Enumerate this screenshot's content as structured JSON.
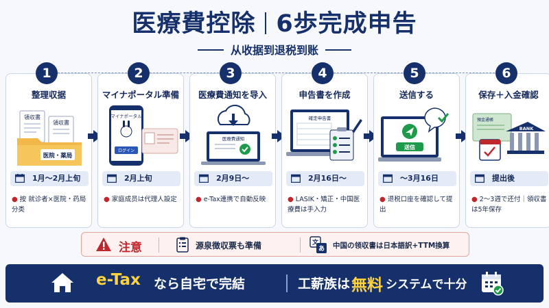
{
  "header": {
    "title_left": "医療費控除",
    "title_right": "6歩完成申告",
    "subtitle": "从收据到退税到账"
  },
  "steps": [
    {
      "num": "1",
      "title": "整理収据",
      "date": "1月〜2月上旬",
      "note": "按 就诊者×医院・药局分类",
      "illus": {
        "doc1": "領収書",
        "doc2": "領収書",
        "folder": "医院・薬局"
      }
    },
    {
      "num": "2",
      "title": "マイナポータル準備",
      "date": "2月上旬",
      "note": "家庭成员は代理人設定",
      "illus": {
        "phone_title": "マイナポータル",
        "login": "ログイン"
      }
    },
    {
      "num": "3",
      "title": "医療費通知を导入",
      "date": "2月9日〜",
      "note": "e-Tax連携で自動反映",
      "illus": {
        "screen_title": "医療費通知"
      }
    },
    {
      "num": "4",
      "title": "申告書を作成",
      "date": "2月16日〜",
      "note": "LASIK・矯正・中国医療費は手入力",
      "illus": {
        "screen_title": "確定申告書"
      }
    },
    {
      "num": "5",
      "title": "送信する",
      "date": "〜3月16日",
      "note": "退税口座を確認して提出",
      "illus": {
        "button": "送信"
      }
    },
    {
      "num": "6",
      "title": "保存＋入金確認",
      "date": "提出後",
      "note": "2〜3週で还付｜領収書は5年保存",
      "illus": {
        "passbook": "預金通帳",
        "bank": "BANK"
      }
    }
  ],
  "caution": {
    "label": "注意",
    "item1": "源泉徴収票も準備",
    "item2": "中国の领収書は日本語訳+TTM換算"
  },
  "banner": {
    "part1": "e-Tax",
    "part2": "なら自宅で完結",
    "part3": "工薪族は",
    "part4": "無料",
    "part5": "システムで十分"
  },
  "colors": {
    "navy": "#16306c",
    "accent_yellow": "#ffd23f",
    "red": "#c0272d",
    "green": "#1e9a4a"
  }
}
